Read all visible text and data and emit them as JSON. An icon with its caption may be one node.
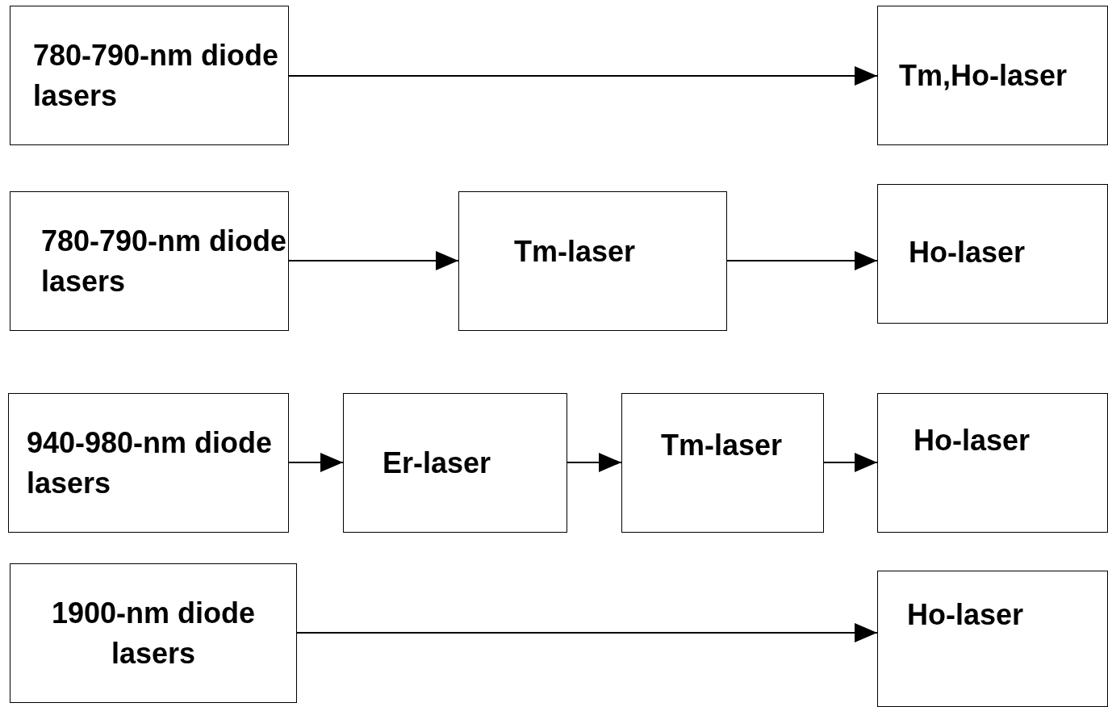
{
  "diagram": {
    "nodes": [
      {
        "text": [
          "780-790-nm diode lasers"
        ]
      },
      {
        "text": [
          "Tm,Ho-laser"
        ]
      },
      {
        "text": [
          "780-790-nm diode lasers"
        ]
      },
      {
        "text": [
          "Tm-laser"
        ]
      },
      {
        "text": [
          "Ho-laser"
        ]
      },
      {
        "text": [
          "940-980-nm diode lasers"
        ]
      },
      {
        "text": [
          "Er-laser"
        ]
      },
      {
        "text": [
          "Tm-laser"
        ]
      },
      {
        "text": [
          "Ho-laser"
        ]
      },
      {
        "text": [
          "1900-nm diode lasers"
        ]
      },
      {
        "text": [
          "Ho-laser"
        ]
      }
    ],
    "edges": [
      {
        "from": 0,
        "to": 1,
        "arrow": "to"
      },
      {
        "from": 2,
        "to": 3,
        "arrow": "to"
      },
      {
        "from": 3,
        "to": 4,
        "arrow": "to"
      },
      {
        "from": 5,
        "to": 6,
        "arrow": "to"
      },
      {
        "from": 6,
        "to": 7,
        "arrow": "to"
      },
      {
        "from": 7,
        "to": 8,
        "arrow": "to"
      },
      {
        "from": 9,
        "to": 10,
        "arrow": "to"
      }
    ]
  }
}
